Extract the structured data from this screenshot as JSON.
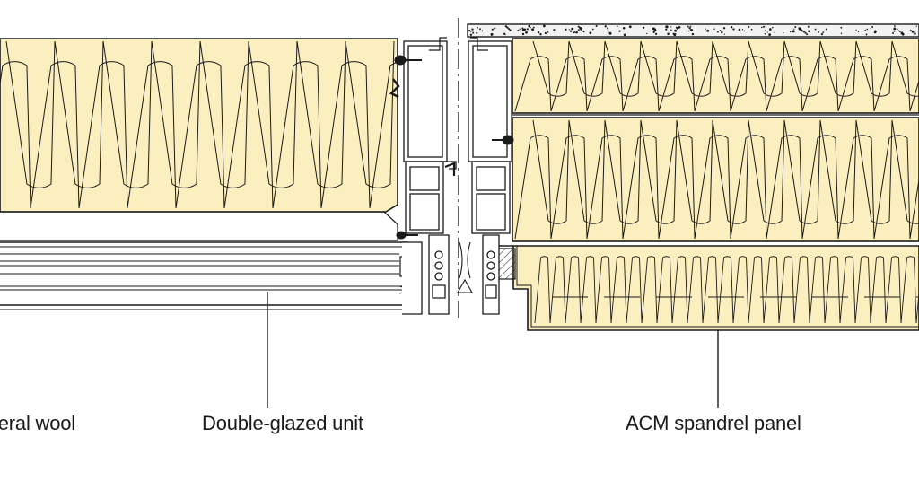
{
  "labels": {
    "mineral_wool": "eral wool",
    "double_glazed_unit": "Double-glazed unit",
    "acm_spandrel_panel": "ACM spandrel panel"
  },
  "colors": {
    "insulation_fill": "#fbefbf",
    "line": "#1a1a1a",
    "concrete_fill": "#f2f2f2",
    "background": "#ffffff"
  },
  "materials": [
    "mineral-wool-insulation",
    "concrete-slab",
    "aluminium-frame-profiles",
    "double-glazed-unit",
    "acm-spandrel-panel"
  ]
}
